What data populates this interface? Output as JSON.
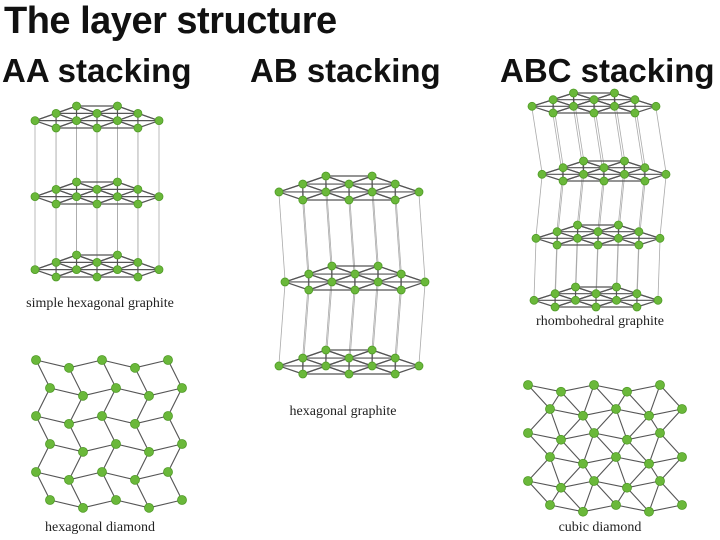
{
  "title": "The layer structure",
  "columns": [
    {
      "heading": "AA stacking",
      "captions": [
        "simple hexagonal graphite",
        "hexagonal diamond"
      ]
    },
    {
      "heading": "AB stacking",
      "captions": [
        "hexagonal graphite"
      ]
    },
    {
      "heading": "ABC stacking",
      "captions": [
        "rhombohedral graphite",
        "cubic diamond"
      ]
    }
  ],
  "colors": {
    "atom": "#6ab83a",
    "atom_edge": "#4f9a26",
    "bond": "#555555",
    "bond_light": "#aaaaaa"
  }
}
